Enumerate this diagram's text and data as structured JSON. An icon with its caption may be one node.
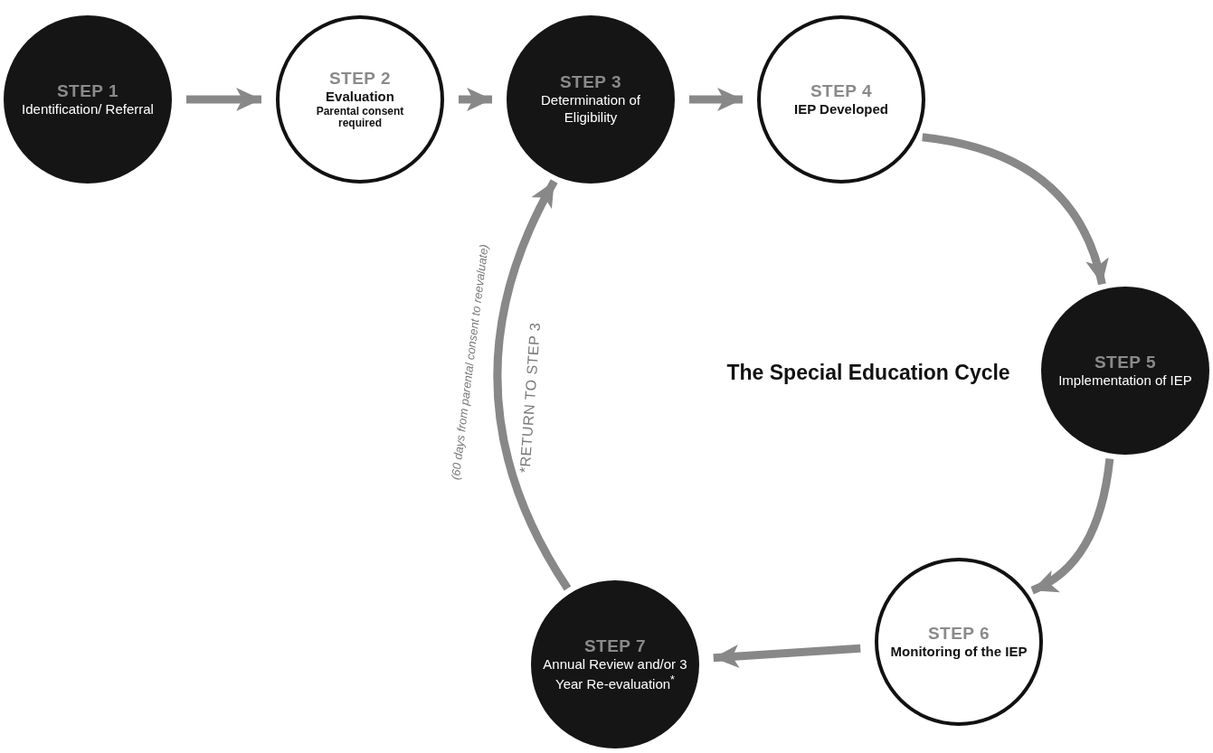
{
  "diagram": {
    "title": "The Special Education Cycle",
    "nodes": [
      {
        "text": [
          "STEP 1",
          "Identification/ Referral"
        ]
      },
      {
        "text": [
          "STEP 2",
          "Evaluation",
          "Parental consent required"
        ]
      },
      {
        "text": [
          "STEP 3",
          "Determination of Eligibility"
        ]
      },
      {
        "text": [
          "STEP 4",
          "IEP Developed"
        ]
      },
      {
        "text": [
          "STEP 5",
          "Implementation of IEP"
        ]
      },
      {
        "text": [
          "STEP 6",
          "Monitoring of the IEP"
        ]
      },
      {
        "text": [
          "STEP 7",
          "Annual Review and/or 3 Year Re-evaluation$^{*}$"
        ]
      }
    ],
    "edges": [
      {
        "from": 0,
        "to": 1,
        "arrow": "to"
      },
      {
        "from": 1,
        "to": 2,
        "arrow": "to"
      },
      {
        "from": 2,
        "to": 3,
        "arrow": "to"
      },
      {
        "from": 3,
        "to": 4,
        "arrow": "to"
      },
      {
        "from": 4,
        "to": 5,
        "arrow": "to"
      },
      {
        "from": 5,
        "to": 6,
        "arrow": "to"
      },
      {
        "from": 6,
        "to": 2,
        "arrow": "to",
        "label": "*RETURN TO STEP 3"
      }
    ],
    "labels": [
      "(60 days from parental consent to reevaluate)"
    ]
  }
}
